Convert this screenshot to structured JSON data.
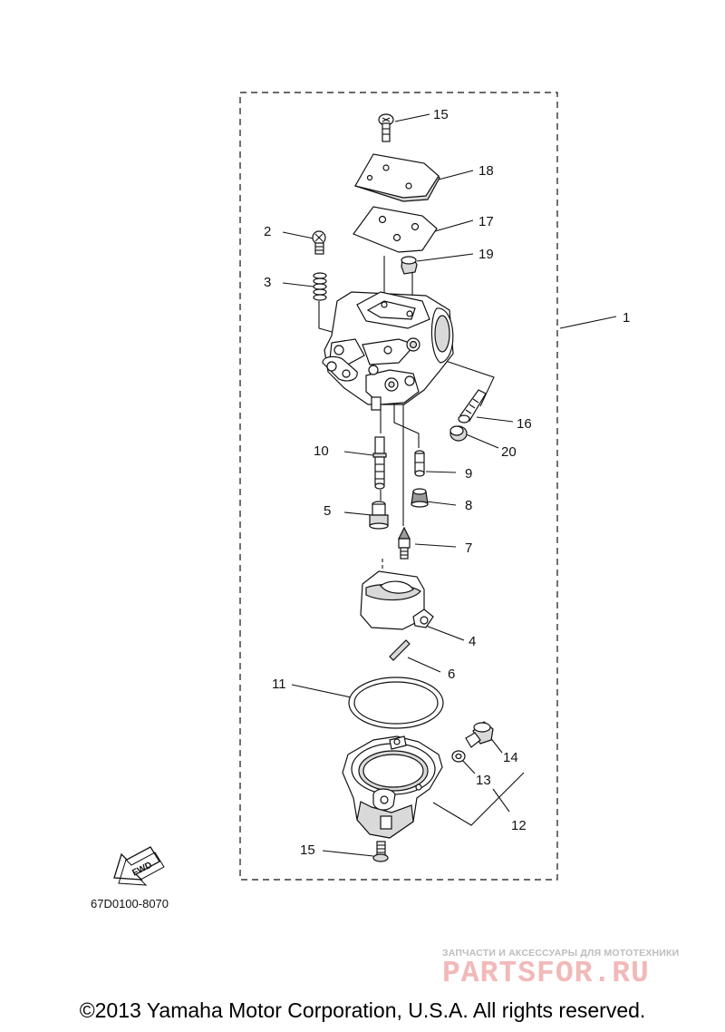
{
  "callouts": [
    {
      "id": "c1",
      "text": "1"
    },
    {
      "id": "c2",
      "text": "2"
    },
    {
      "id": "c3",
      "text": "3"
    },
    {
      "id": "c4",
      "text": "4"
    },
    {
      "id": "c5",
      "text": "5"
    },
    {
      "id": "c6",
      "text": "6"
    },
    {
      "id": "c7",
      "text": "7"
    },
    {
      "id": "c8",
      "text": "8"
    },
    {
      "id": "c9",
      "text": "9"
    },
    {
      "id": "c10",
      "text": "10"
    },
    {
      "id": "c11",
      "text": "11"
    },
    {
      "id": "c12",
      "text": "12"
    },
    {
      "id": "c13",
      "text": "13"
    },
    {
      "id": "c14",
      "text": "14"
    },
    {
      "id": "c15a",
      "text": "15"
    },
    {
      "id": "c15b",
      "text": "15"
    },
    {
      "id": "c16",
      "text": "16"
    },
    {
      "id": "c17",
      "text": "17"
    },
    {
      "id": "c18",
      "text": "18"
    },
    {
      "id": "c19",
      "text": "19"
    },
    {
      "id": "c20",
      "text": "20"
    }
  ],
  "fwd_label": "FWD",
  "diagram_code": "67D0100-8070",
  "copyright": "©2013 Yamaha Motor Corporation, U.S.A. All rights reserved.",
  "watermark": {
    "subtitle": "ЗАПЧАСТИ И АКСЕССУАРЫ ДЛЯ МОТОТЕХНИКИ",
    "brand": "PARTSFOR.RU",
    "brand_color": "#f2b9b9"
  }
}
